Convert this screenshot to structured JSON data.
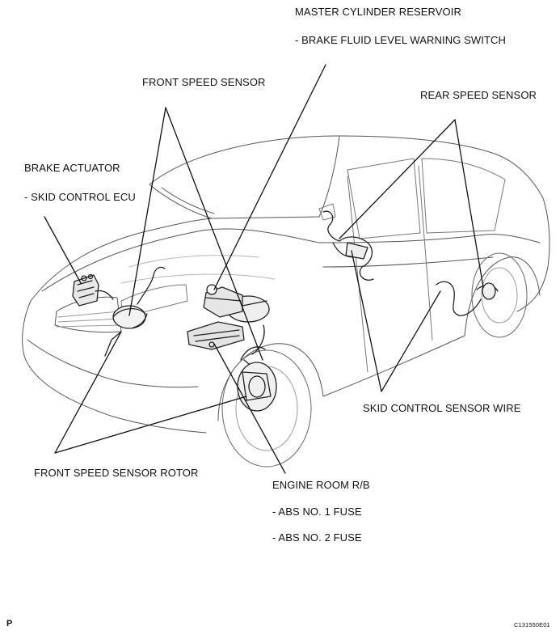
{
  "labels": {
    "master_cylinder_reservoir": "MASTER CYLINDER RESERVOIR",
    "brake_fluid_level_switch": "- BRAKE FLUID LEVEL WARNING SWITCH",
    "front_speed_sensor": "FRONT SPEED SENSOR",
    "rear_speed_sensor": "REAR SPEED SENSOR",
    "brake_actuator": "BRAKE ACTUATOR",
    "skid_control_ecu": "- SKID CONTROL ECU",
    "skid_control_sensor_wire": "SKID CONTROL SENSOR WIRE",
    "front_speed_sensor_rotor": "FRONT SPEED SENSOR ROTOR",
    "engine_room_rb": "ENGINE ROOM R/B",
    "abs_no1_fuse": "- ABS NO. 1 FUSE",
    "abs_no2_fuse": "- ABS NO. 2 FUSE"
  },
  "corner": {
    "page_marker": "P",
    "figure_code": "C131550E01"
  },
  "colors": {
    "line": "#111111",
    "car_outline": "#555555",
    "car_detail": "#9a9a9a",
    "component": "#222222"
  }
}
